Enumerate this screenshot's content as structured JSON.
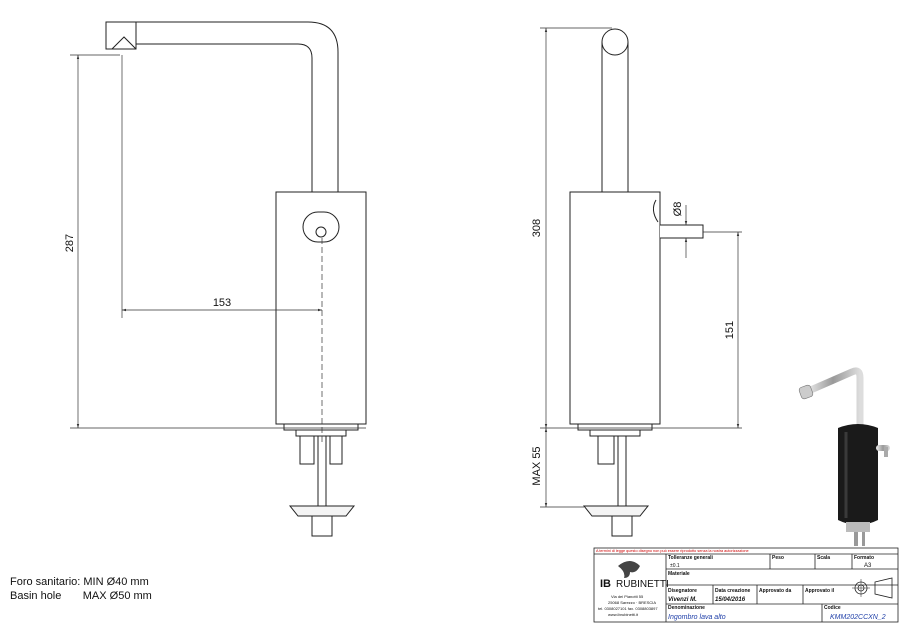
{
  "dimensions": {
    "height_front": "287",
    "reach": "153",
    "height_side": "308",
    "spout_diameter": "Ø8",
    "handle_height": "151",
    "max_shank": "MAX 55"
  },
  "notes": {
    "line1": "Foro sanitario: MIN Ø40 mm",
    "line2": "Basin hole       MAX Ø50 mm"
  },
  "title_block": {
    "warning": "A termini di legge questo disegno non può essere riprodotto senza la nostra autorizzazione",
    "tolerance_label": "Tolleranze generali",
    "tolerance_value": "±0.1",
    "weight_label": "Peso",
    "scale_label": "Scala",
    "format_label": "Formato",
    "format_value": "A3",
    "material_label": "Materiale",
    "brand_ib": "IB",
    "brand_rubinetti": "RUBINETTI",
    "address1": "Via dei Pianotti 55",
    "address2": "25068 Sarezzo · BRESCIA",
    "address3": "tel. 0308027101 fax. 0308803897",
    "address4": "www.ibrubinetti.it",
    "designer_label": "Disegnatore",
    "designer_value": "Vivenzi M.",
    "date_label": "Data creazione",
    "date_value": "15/04/2016",
    "approved_by_label": "Approvato da",
    "approved_on_label": "Approvato il",
    "name_label": "Denominazione",
    "name_value": "Ingombro lava alto",
    "code_label": "Codice",
    "code_value": "KMM202CCXN_2"
  },
  "colors": {
    "line": "#222222",
    "dim_line": "#333333",
    "warning": "#cc0000",
    "value_blue": "#1f3fa8",
    "body_dark": "#1a1a1a",
    "chrome": "#b8b8b8"
  }
}
